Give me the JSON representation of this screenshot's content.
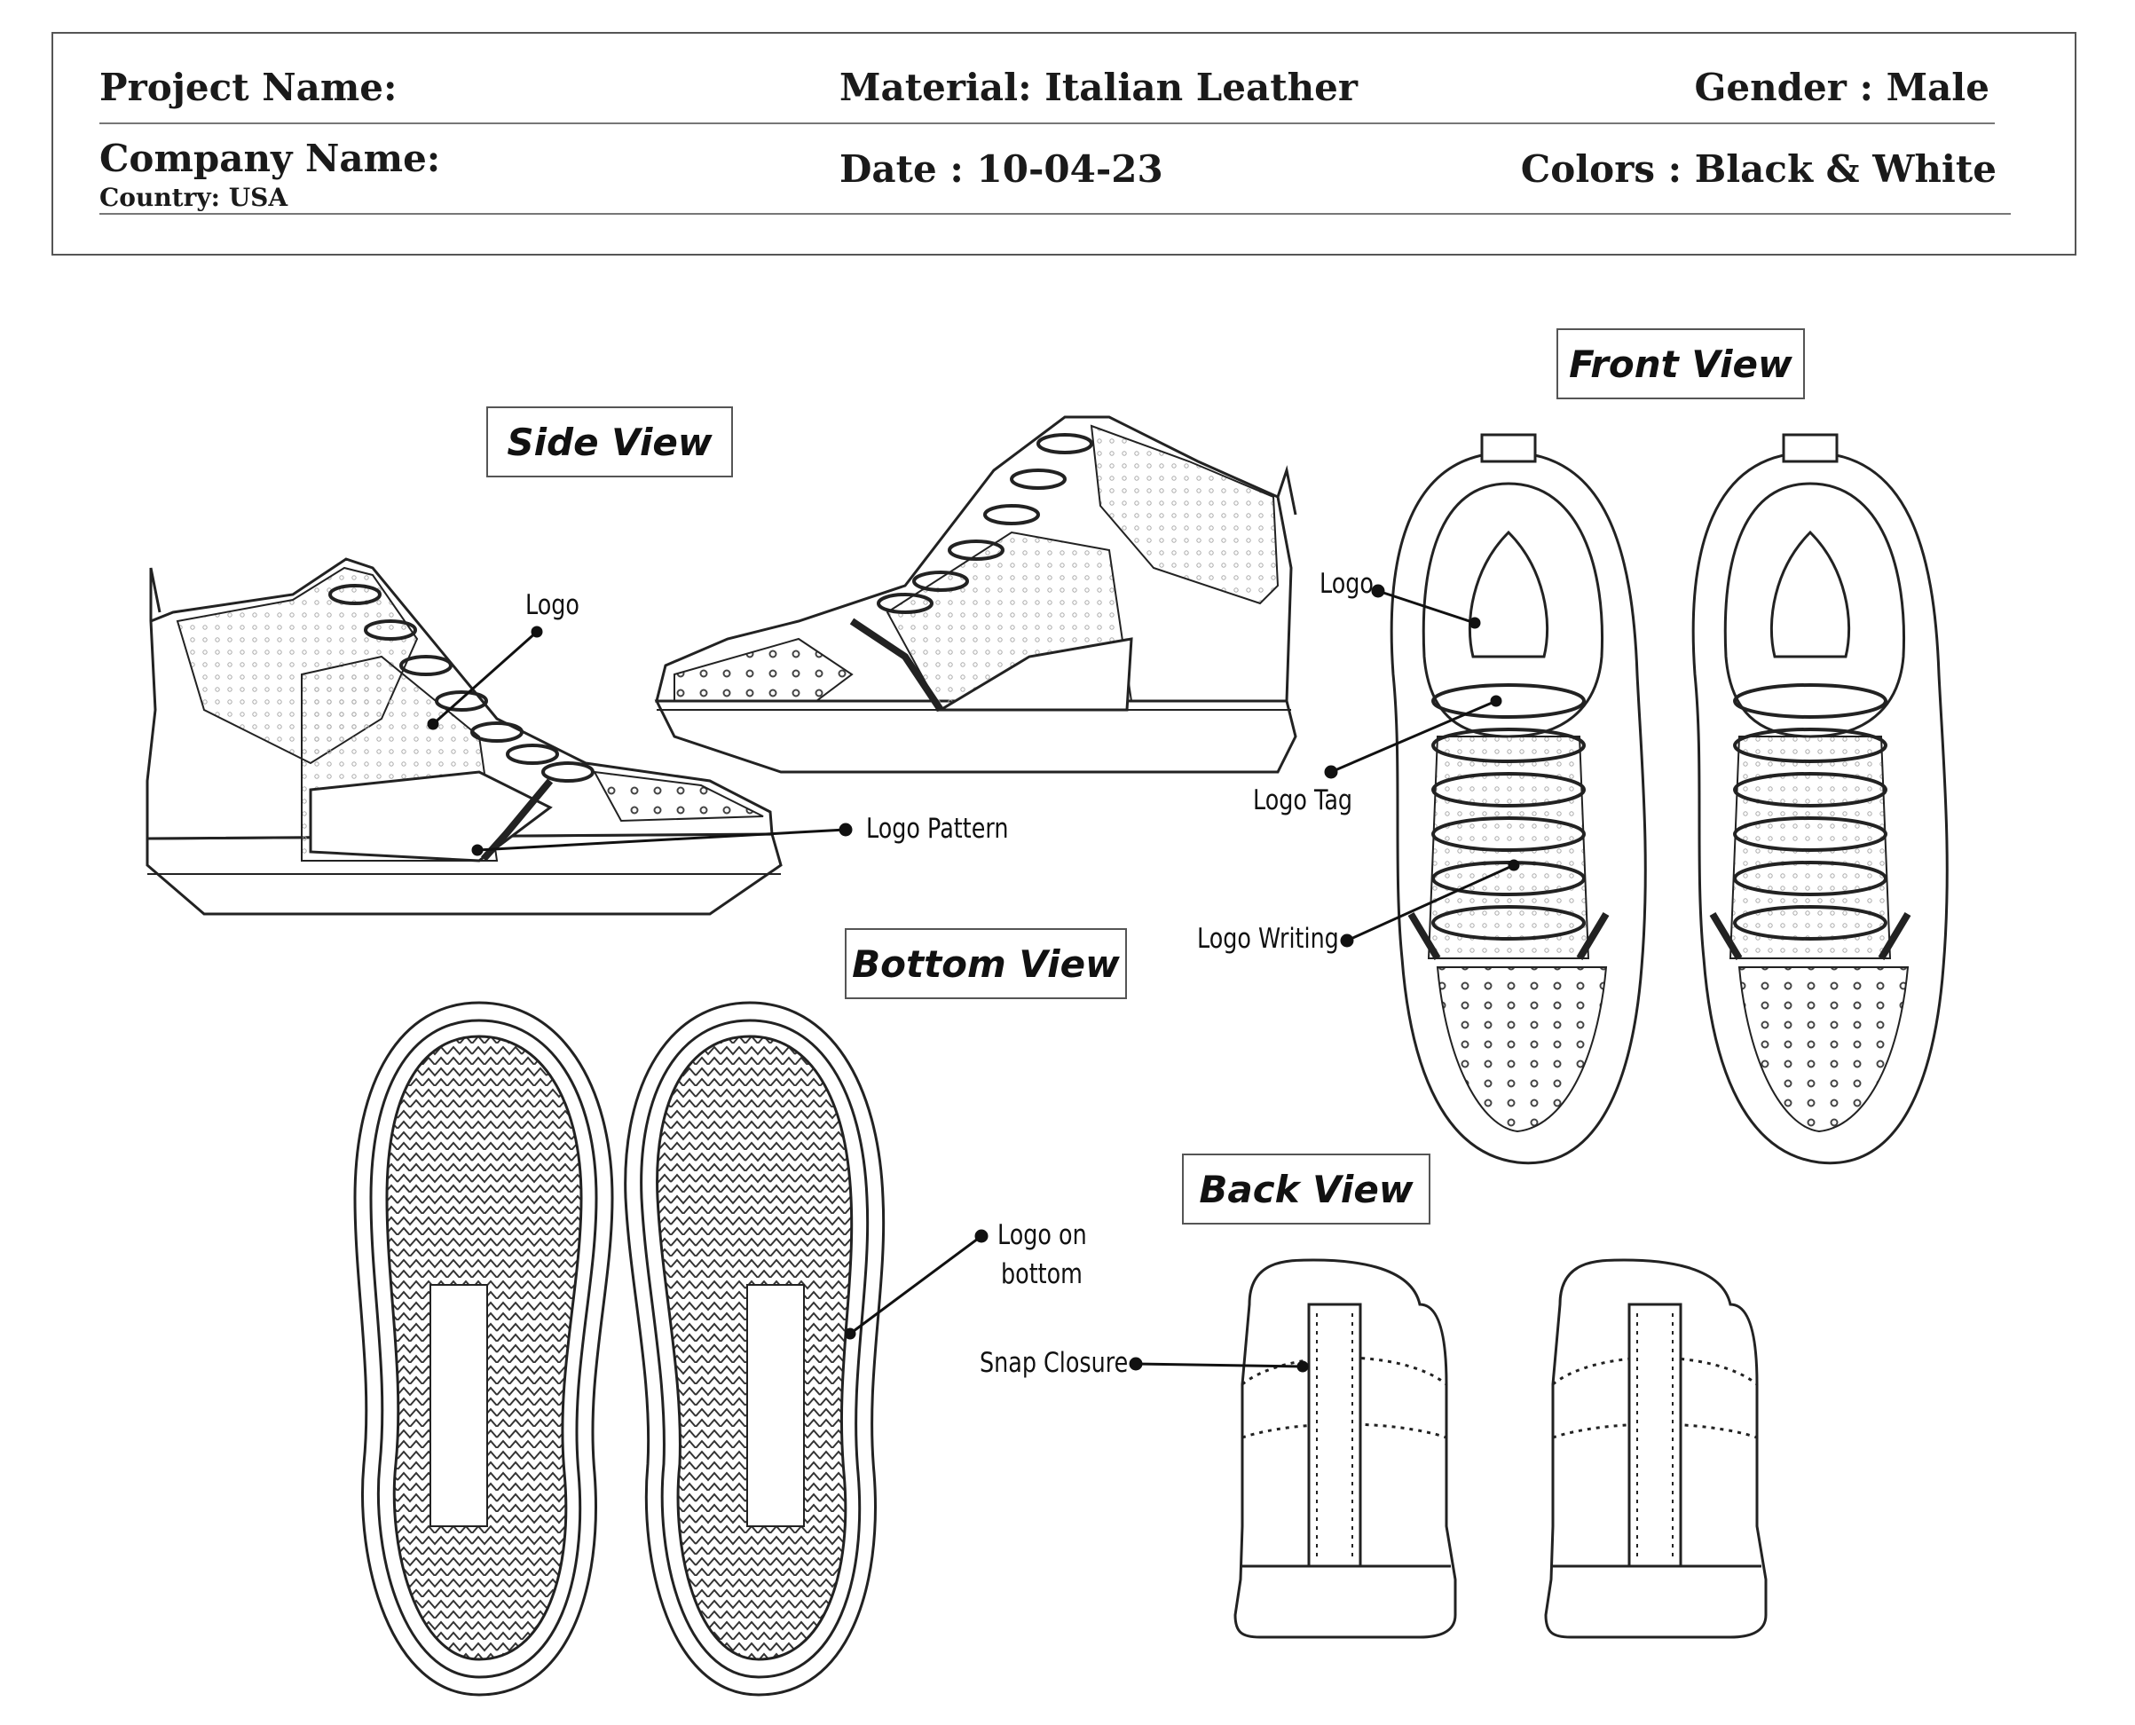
{
  "header": {
    "project_name_label": "Project Name:",
    "company_name_label": "Company Name:",
    "country": "Country: USA",
    "material": "Material: Italian Leather",
    "date": "Date : 10-04-23",
    "gender": "Gender : Male",
    "colors": "Colors : Black & White"
  },
  "views": {
    "side": "Side View",
    "front": "Front View",
    "bottom": "Bottom View",
    "back": "Back View"
  },
  "callouts": {
    "side_logo": "Logo",
    "side_logo_pattern": "Logo Pattern",
    "front_logo": "Logo",
    "front_logo_tag": "Logo Tag",
    "front_logo_writing": "Logo Writing",
    "bottom_logo_line1": "Logo on",
    "bottom_logo_line2": "bottom",
    "back_snap_closure": "Snap Closure"
  }
}
